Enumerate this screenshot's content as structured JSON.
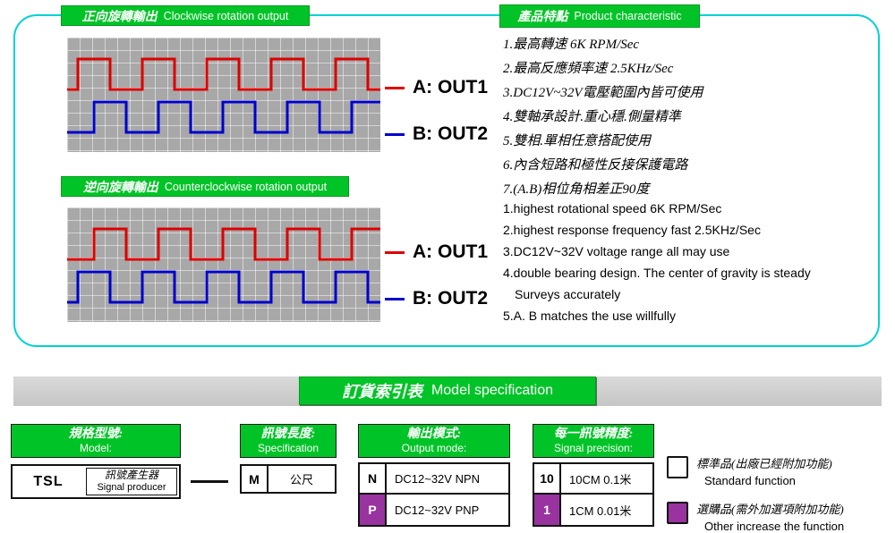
{
  "colors": {
    "green": "#00c427",
    "green_dark": "#009a1e",
    "cyan_border": "#00d2d2",
    "wave_a": "#dd0000",
    "wave_b": "#0000cc",
    "purple": "#9933a0",
    "grid_gray": "#a8a8a8",
    "band_gray": "#c6c6c6"
  },
  "scopes": {
    "cw": {
      "title_zh": "正向旋轉輸出",
      "title_en": "Clockwise rotation output",
      "out1": "A: OUT1",
      "out2": "B: OUT2",
      "b_phase_lag_deg": 90
    },
    "ccw": {
      "title_zh": "逆向旋轉輸出",
      "title_en": "Counterclockwise rotation output",
      "out1": "A: OUT1",
      "out2": "B: OUT2",
      "b_phase_lag_deg": -90
    }
  },
  "features": {
    "title_zh": "產品特點",
    "title_en": "Product characteristic",
    "items_zh": [
      "1.最高轉速 6K RPM/Sec",
      "2.最高反應頻率速 2.5KHz/Sec",
      "3.DC12V~32V電壓範圍內皆可使用",
      "4.雙軸承設計.重心穩.側量精準",
      "5.雙相.單相任意搭配使用",
      "6.內含短路和極性反接保護電路",
      "7.(A.B)相位角相差正90度"
    ],
    "items_en": [
      "1.highest rotational speed 6K RPM/Sec",
      "2.highest response frequency fast 2.5KHz/Sec",
      "3.DC12V~32V voltage range all may use",
      "4.double bearing design. The center of gravity is steady",
      "Surveys accurately",
      "5.A. B matches the use willfully"
    ]
  },
  "spec_table": {
    "title_zh": "訂貨索引表",
    "title_en": "Model specification",
    "model_col": {
      "header_zh": "規格型號:",
      "header_en": "Model:",
      "code": "TSL",
      "desc_zh": "訊號產生器",
      "desc_en": "Signal producer"
    },
    "length_col": {
      "header_zh": "訊號長度:",
      "header_en": "Specification",
      "code": "M",
      "value": "公尺"
    },
    "output_col": {
      "header_zh": "輸出模式:",
      "header_en": "Output mode:",
      "rows": [
        {
          "code": "N",
          "label": "DC12~32V NPN"
        },
        {
          "code": "P",
          "label": "DC12~32V PNP"
        }
      ]
    },
    "precision_col": {
      "header_zh": "每一訊號精度:",
      "header_en": "Signal precision:",
      "rows": [
        {
          "code": "10",
          "label": "10CM 0.1米"
        },
        {
          "code": "1",
          "label": "1CM 0.01米"
        }
      ]
    },
    "legend": [
      {
        "label_zh": "標準品(出廠已經附加功能)",
        "label_en": "Standard function"
      },
      {
        "label_zh": "選購品(需外加選項附加功能)",
        "label_en": "Other increase the function"
      }
    ]
  }
}
